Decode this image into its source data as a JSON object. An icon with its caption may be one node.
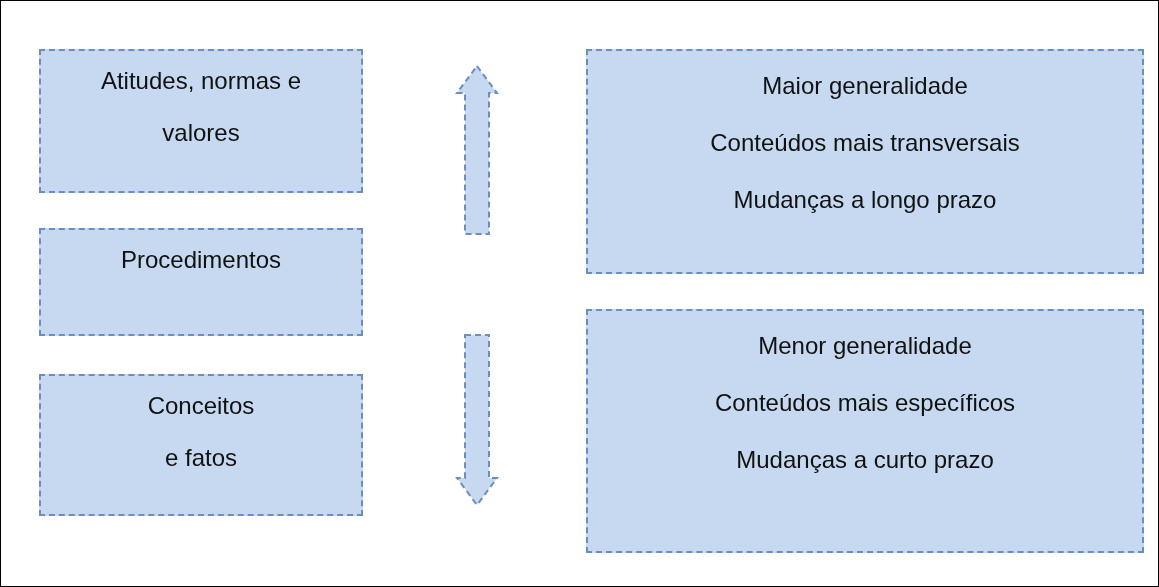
{
  "diagram": {
    "nodes": [
      {
        "text": [
          "Atitudes, normas e valores"
        ]
      },
      {
        "text": [
          "Procedimentos"
        ]
      },
      {
        "text": [
          "Conceitos e fatos"
        ]
      },
      {
        "text": [
          "Maior generalidade",
          "Conteúdos mais transversais",
          "Mudanças a longo prazo"
        ]
      },
      {
        "text": [
          "Menor generalidade",
          "Conteúdos mais específicos",
          "Mudanças a curto prazo"
        ]
      }
    ]
  }
}
